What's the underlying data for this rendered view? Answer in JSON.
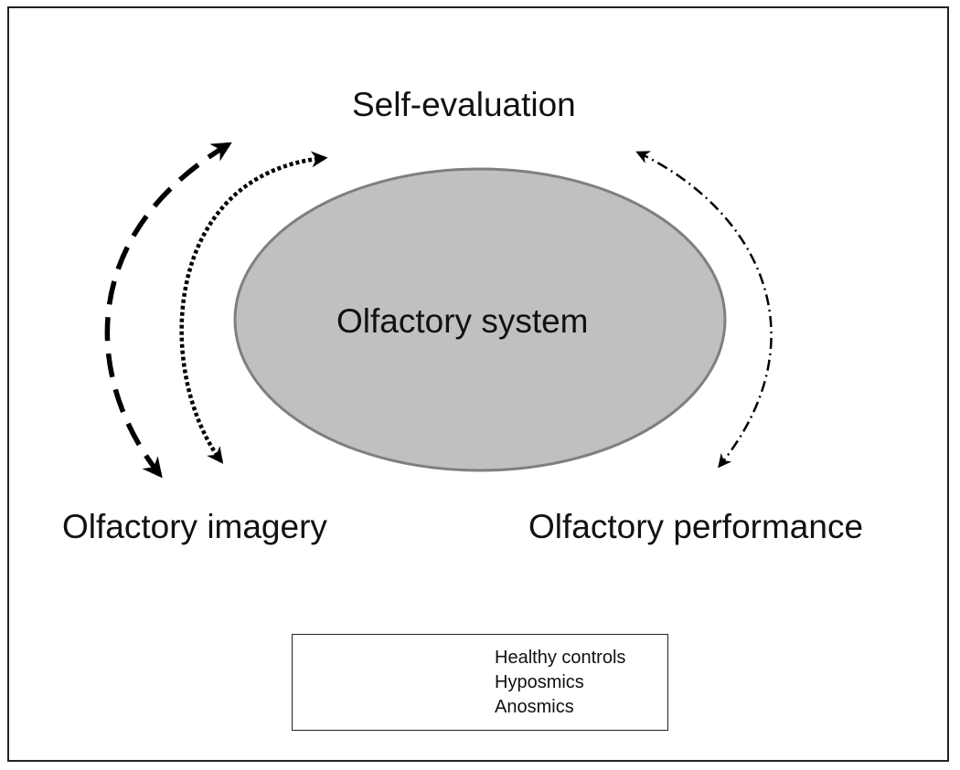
{
  "diagram": {
    "center_label": "Olfactory system",
    "nodes": {
      "top": "Self-evaluation",
      "left": "Olfactory imagery",
      "right": "Olfactory performance"
    },
    "legend": [
      {
        "label": "Healthy controls",
        "style": "dotted"
      },
      {
        "label": "Hyposmics",
        "style": "dashed"
      },
      {
        "label": "Anosmics",
        "style": "dash-dot"
      }
    ],
    "colors": {
      "ellipse_fill": "#c0c0c0",
      "ellipse_stroke": "#7f7f7f",
      "arrow": "#000000",
      "border": "#222222"
    }
  }
}
